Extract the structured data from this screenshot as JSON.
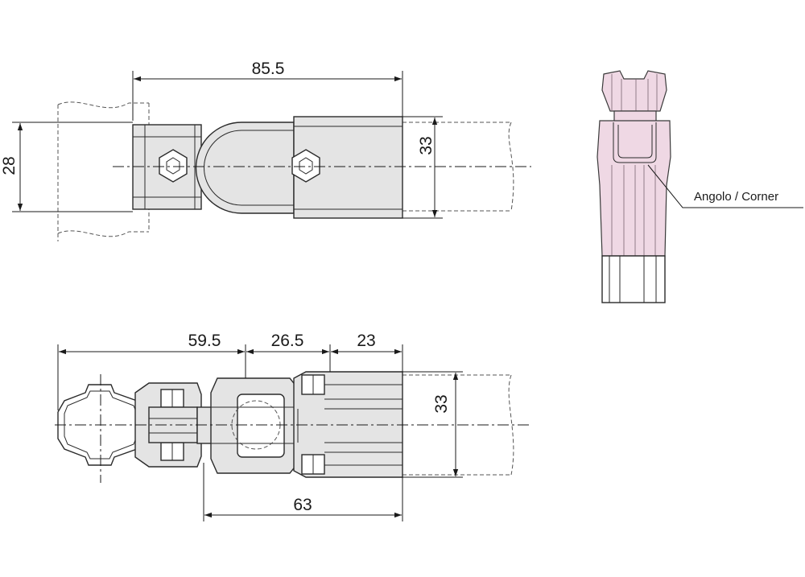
{
  "dimensions": {
    "top_length": "85.5",
    "top_height_left": "28",
    "top_height_right": "33",
    "bottom_seg1": "59.5",
    "bottom_seg2": "26.5",
    "bottom_seg3": "23",
    "bottom_height": "33",
    "bottom_total": "63"
  },
  "callout": {
    "label": "Angolo / Corner"
  },
  "colors": {
    "part_fill": "#e4e4e4",
    "highlight_fill": "#efd8e4",
    "line": "#2a2a2a"
  }
}
